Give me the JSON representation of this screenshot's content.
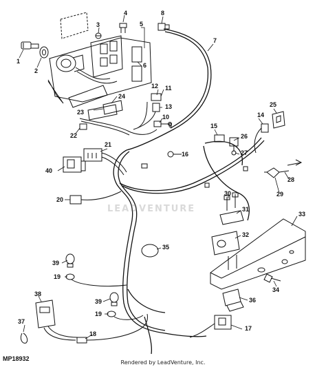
{
  "diagram": {
    "reference_code": "MP18932",
    "credit": "Rendered by LeadVenture, Inc.",
    "watermark": "LEADVENTURE",
    "callouts": [
      "1",
      "2",
      "3",
      "4",
      "5",
      "6",
      "7",
      "8",
      "9",
      "10",
      "11",
      "12",
      "13",
      "14",
      "15",
      "16",
      "17",
      "18",
      "19",
      "19",
      "20",
      "21",
      "22",
      "23",
      "24",
      "25",
      "26",
      "27",
      "28",
      "29",
      "30",
      "31",
      "32",
      "33",
      "34",
      "35",
      "36",
      "37",
      "38",
      "39",
      "39",
      "40"
    ],
    "colors": {
      "ink": "#111111",
      "paper": "#ffffff",
      "watermark": "#b4b4b4"
    }
  }
}
